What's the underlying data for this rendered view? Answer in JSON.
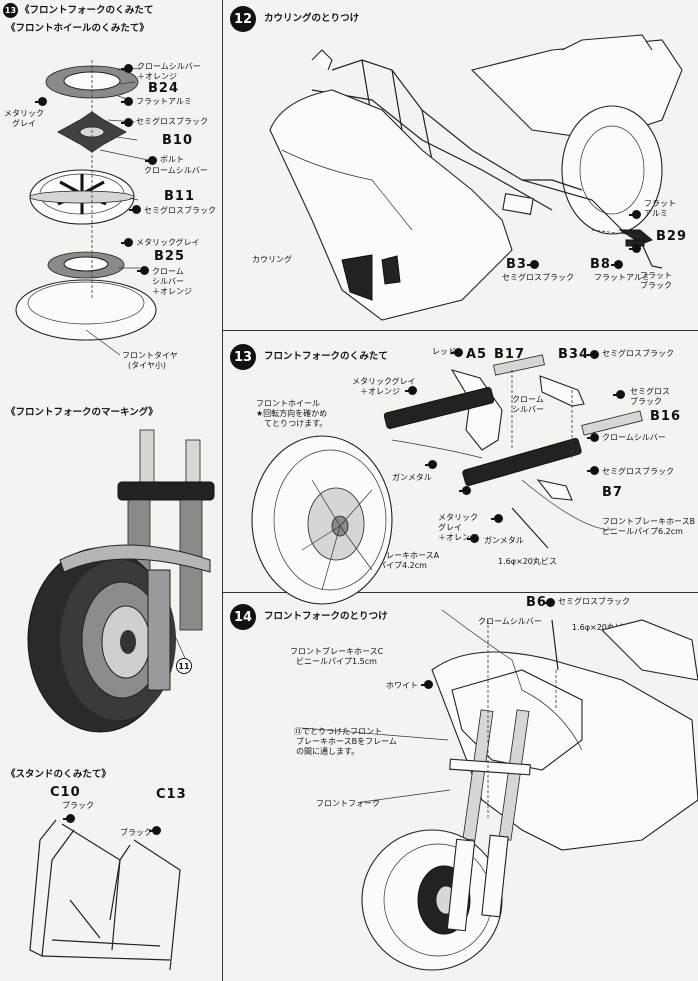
{
  "left": {
    "step13": {
      "number": "13",
      "title": "《フロントフォークのくみたて",
      "subtitle": "《フロントホイールのくみたて》",
      "labels": {
        "chrome_orange_1": "クロームシルバー",
        "chrome_orange_2": "＋オレンジ",
        "b24": "B24",
        "flat_alumi": "フラットアルミ",
        "metallic_1": "メタリック",
        "metallic_2": "グレイ",
        "semigloss_1": "セミグロスブラック",
        "b10": "B10",
        "bolt_1": "ボルト",
        "bolt_2": "クロームシルバー",
        "b11": "B11",
        "semigloss_2": "セミグロスブラック",
        "metallic_gray": "メタリックグレイ",
        "b25": "B25",
        "chrome2_1": "クローム",
        "chrome2_2": "シルバー",
        "chrome2_3": "＋オレンジ",
        "tire_1": "フロントタイヤ",
        "tire_2": "(タイヤ小)"
      }
    },
    "marking": {
      "title": "《フロントフォークのマーキング》",
      "decal_no": "11"
    },
    "stand": {
      "title": "《スタンドのくみたて》",
      "c10": "C10",
      "c10_color": "ブラック",
      "c13": "C13",
      "c13_color": "ブラック"
    }
  },
  "step12": {
    "number": "12",
    "title": "カウリングのとりつけ",
    "labels": {
      "cowling": "カウリング",
      "b3": "B3",
      "b3_color": "セミグロスブラック",
      "b8": "B8",
      "b8_color": "フラットアルミ",
      "b29": "B29",
      "flat_alumi_1": "フラット",
      "flat_alumi_2": "アルミ",
      "flat_black_1": "フラット",
      "flat_black_2": "ブラック"
    }
  },
  "step13b": {
    "number": "13",
    "title": "フロントフォークのくみたて",
    "labels": {
      "red": "レッド",
      "a5": "A5",
      "b17": "B17",
      "b34": "B34",
      "b34_color": "セミグロスブラック",
      "metallic_orange_1": "メタリックグレイ",
      "metallic_orange_2": "＋オレンジ",
      "semigloss_3_1": "セミグロス",
      "semigloss_3_2": "ブラック",
      "b16": "B16",
      "chrome_silver_1": "クローム",
      "chrome_silver_2": "シルバー",
      "chrome_silver_3": "クロームシルバー",
      "wheel_note_1": "フロントホイール",
      "wheel_note_2": "★回転方向を確かめ",
      "wheel_note_3": "てとりつけます。",
      "gunmetal_1": "ガンメタル",
      "semigloss_4": "セミグロスブラック",
      "b7": "B7",
      "metallic_gray_1": "メタリック",
      "metallic_gray_2": "グレイ",
      "metallic_gray_3": "＋オレンジ",
      "gunmetal_2": "ガンメタル",
      "hose_a_1": "フロントブレーキホースA",
      "hose_a_2": "ビニールパイプ4.2cm",
      "screw": "1.6φ×20丸ビス",
      "hose_b_1": "フロントブレーキホースB",
      "hose_b_2": "ビニールパイプ6.2cm"
    }
  },
  "step14": {
    "number": "14",
    "title": "フロントフォークのとりつけ",
    "labels": {
      "b6": "B6",
      "b6_color": "セミグロスブラック",
      "chrome_silver": "クロームシルバー",
      "screw": "1.6φ×20丸ビス",
      "hose_c_1": "フロントブレーキホースC",
      "hose_c_2": "ビニールパイプ1.5cm",
      "white": "ホワイト",
      "note_1": "⑬でとりつけたフロント",
      "note_2": "ブレーキホースBをフレーム",
      "note_3": "の間に通します。",
      "front_fork": "フロントフォーク"
    }
  }
}
